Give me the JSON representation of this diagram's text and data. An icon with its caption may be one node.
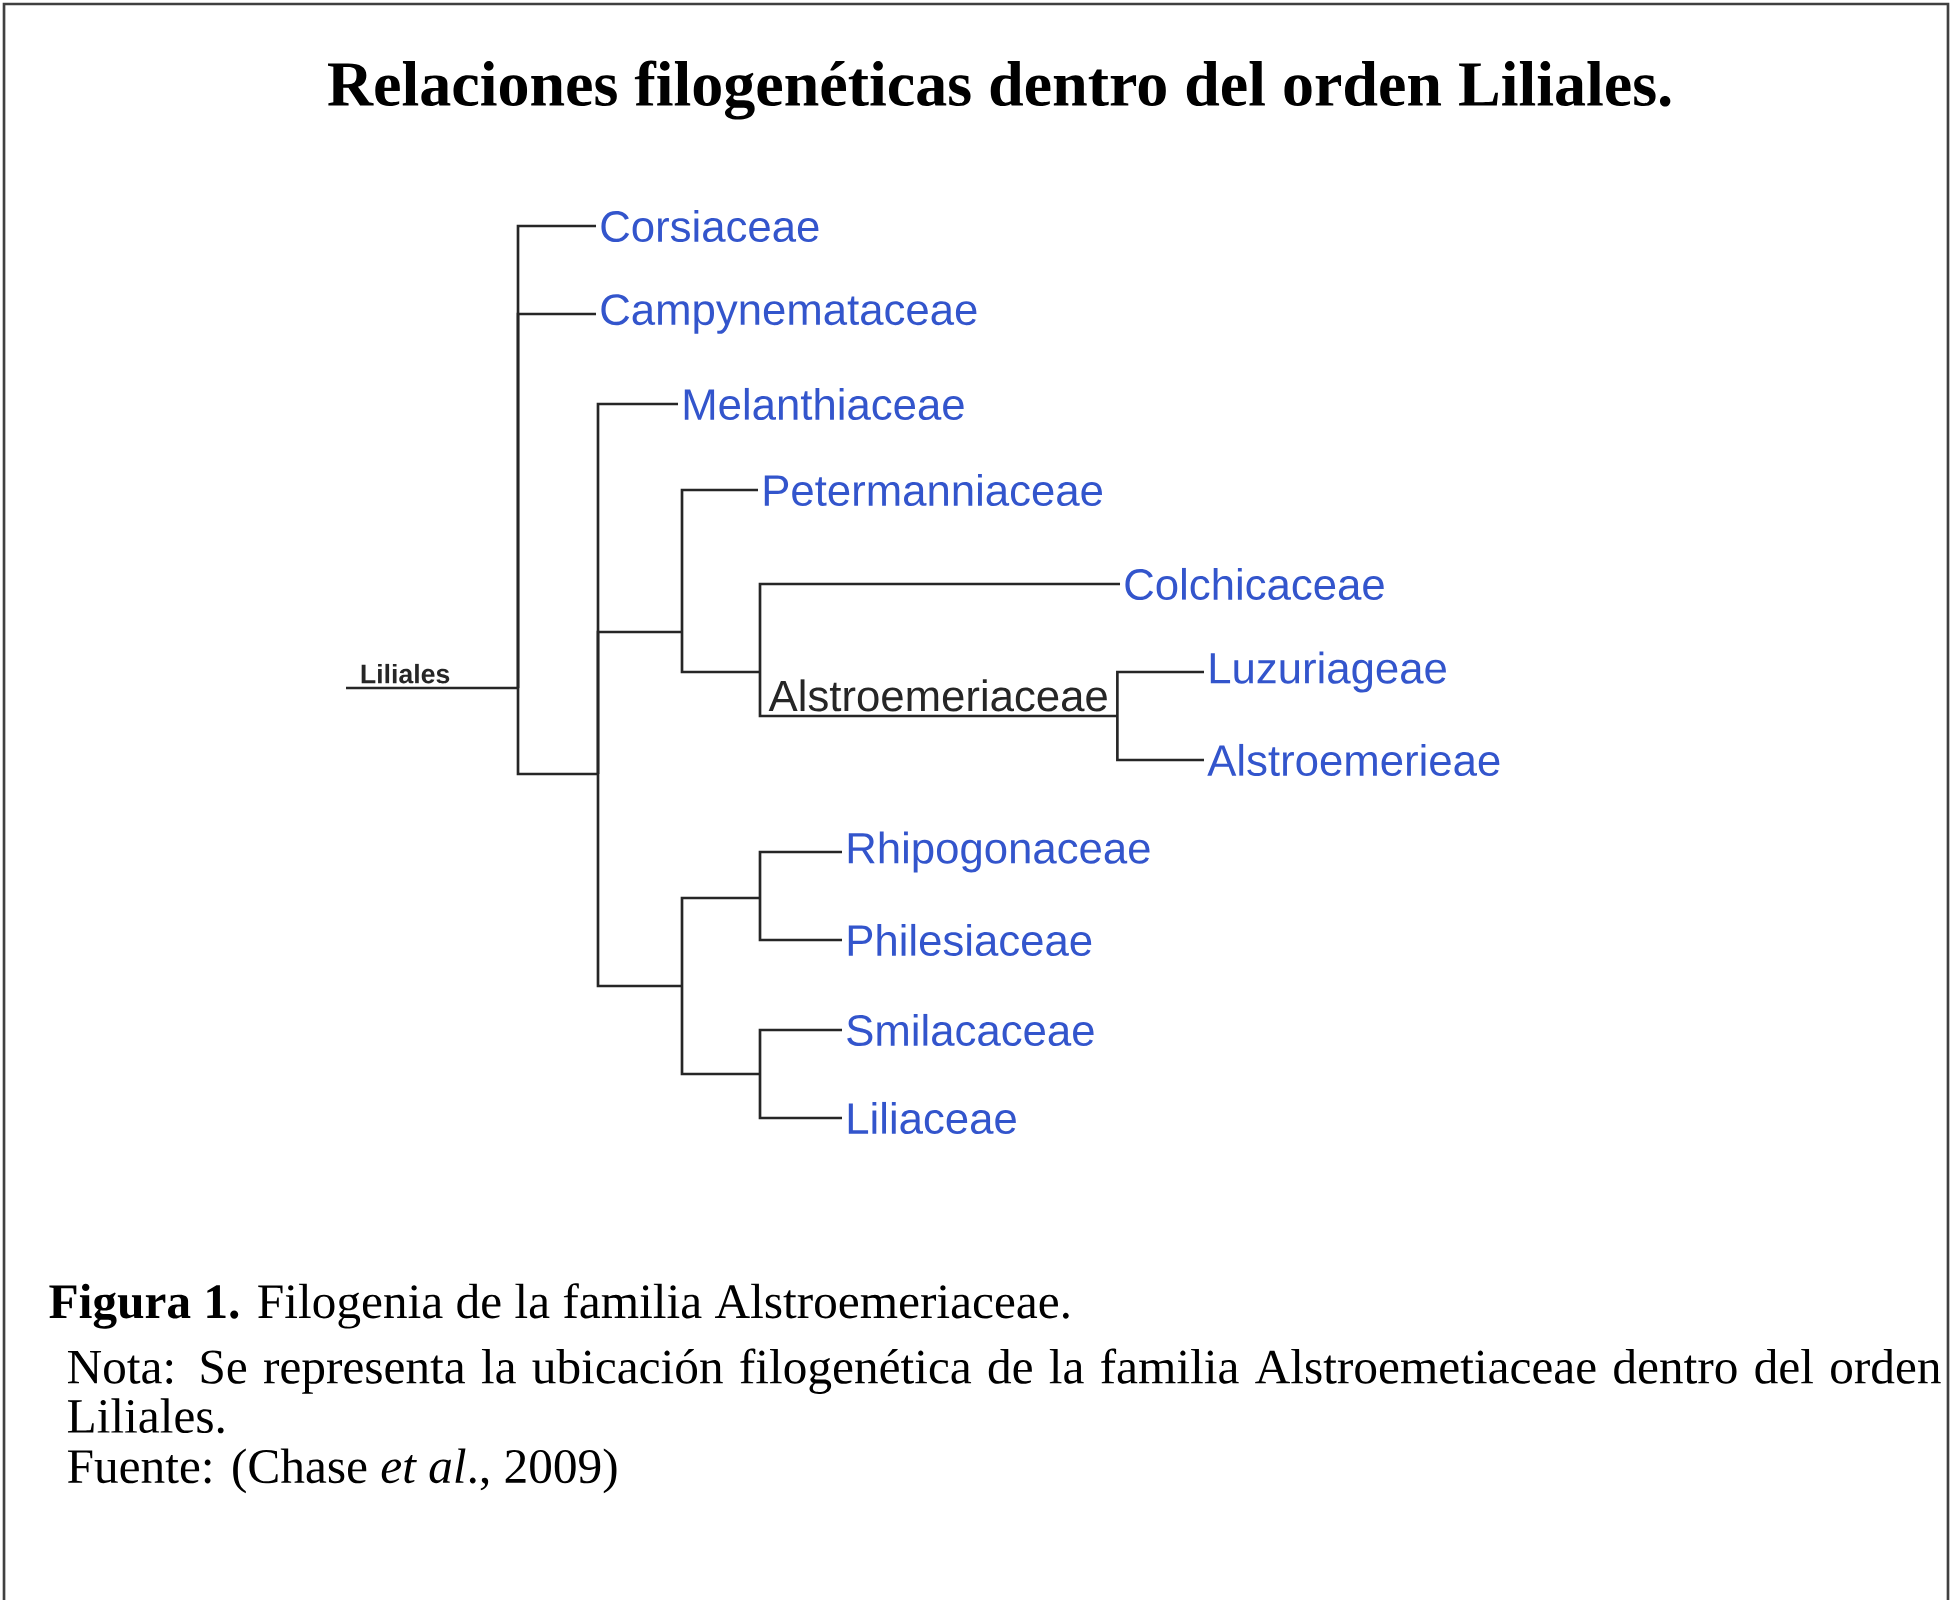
{
  "diagram": {
    "title": "Relaciones filogenéticas dentro del orden Liliales.",
    "caption": "**Figura 1.** Filogenia de la familia Alstroemeriaceae.",
    "nodes": [
      {
        "text": [
          "Liliales"
        ]
      },
      {
        "text": [
          "Corsiaceae"
        ]
      },
      {
        "text": [
          "Campynemataceae"
        ]
      },
      {
        "text": [
          "Melanthiaceae"
        ]
      },
      {
        "text": [
          "Petermanniaceae"
        ]
      },
      {
        "text": [
          "Colchicaceae"
        ]
      },
      {
        "text": [
          "Alstroemeriaceae"
        ]
      },
      {
        "text": [
          "Luzuriageae"
        ]
      },
      {
        "text": [
          "Alstroemerieae"
        ]
      },
      {
        "text": [
          "Rhipogonaceae"
        ]
      },
      {
        "text": [
          "Philesiaceae"
        ]
      },
      {
        "text": [
          "Smilacaceae"
        ]
      },
      {
        "text": [
          "Liliaceae"
        ]
      }
    ],
    "edges": [
      {
        "from": 0,
        "to": 1,
        "arrow": "none"
      },
      {
        "from": 0,
        "to": 2,
        "arrow": "none"
      },
      {
        "from": 0,
        "to": 3,
        "arrow": "none"
      },
      {
        "from": 0,
        "to": 4,
        "arrow": "none"
      },
      {
        "from": 0,
        "to": 5,
        "arrow": "none"
      },
      {
        "from": 0,
        "to": 6,
        "arrow": "none"
      },
      {
        "from": 6,
        "to": 7,
        "arrow": "none"
      },
      {
        "from": 6,
        "to": 8,
        "arrow": "none"
      },
      {
        "from": 0,
        "to": 9,
        "arrow": "none"
      },
      {
        "from": 0,
        "to": 10,
        "arrow": "none"
      },
      {
        "from": 0,
        "to": 11,
        "arrow": "none"
      },
      {
        "from": 0,
        "to": 12,
        "arrow": "none"
      }
    ],
    "labels": [
      "Nota: Se representa la ubicación filogenética de la familia Alstroemetiaceae dentro del orden Liliales.",
      "Fuente: (Chase *et al*., 2009)"
    ]
  }
}
